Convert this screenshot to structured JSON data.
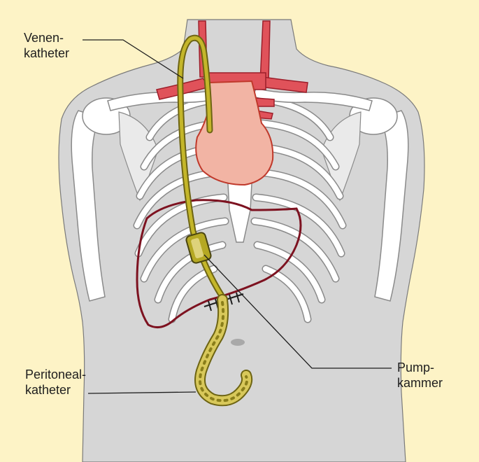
{
  "labels": {
    "venenkatheter": {
      "line1": "Venen-",
      "line2": "katheter"
    },
    "pumpkammer": {
      "line1": "Pump-",
      "line2": "kammer"
    },
    "peritonealkatheter": {
      "line1": "Peritoneal-",
      "line2": "katheter"
    }
  },
  "colors": {
    "background": "#fdf3c6",
    "body": "#d6d6d6",
    "bone": "#ffffff",
    "bone_outline": "#8a8a8a",
    "heart": "#f2b4a4",
    "vessel": "#e0525a",
    "liver_outline": "#7d1220",
    "catheter": "#b5a823",
    "leader_line": "#1e1e1e"
  }
}
